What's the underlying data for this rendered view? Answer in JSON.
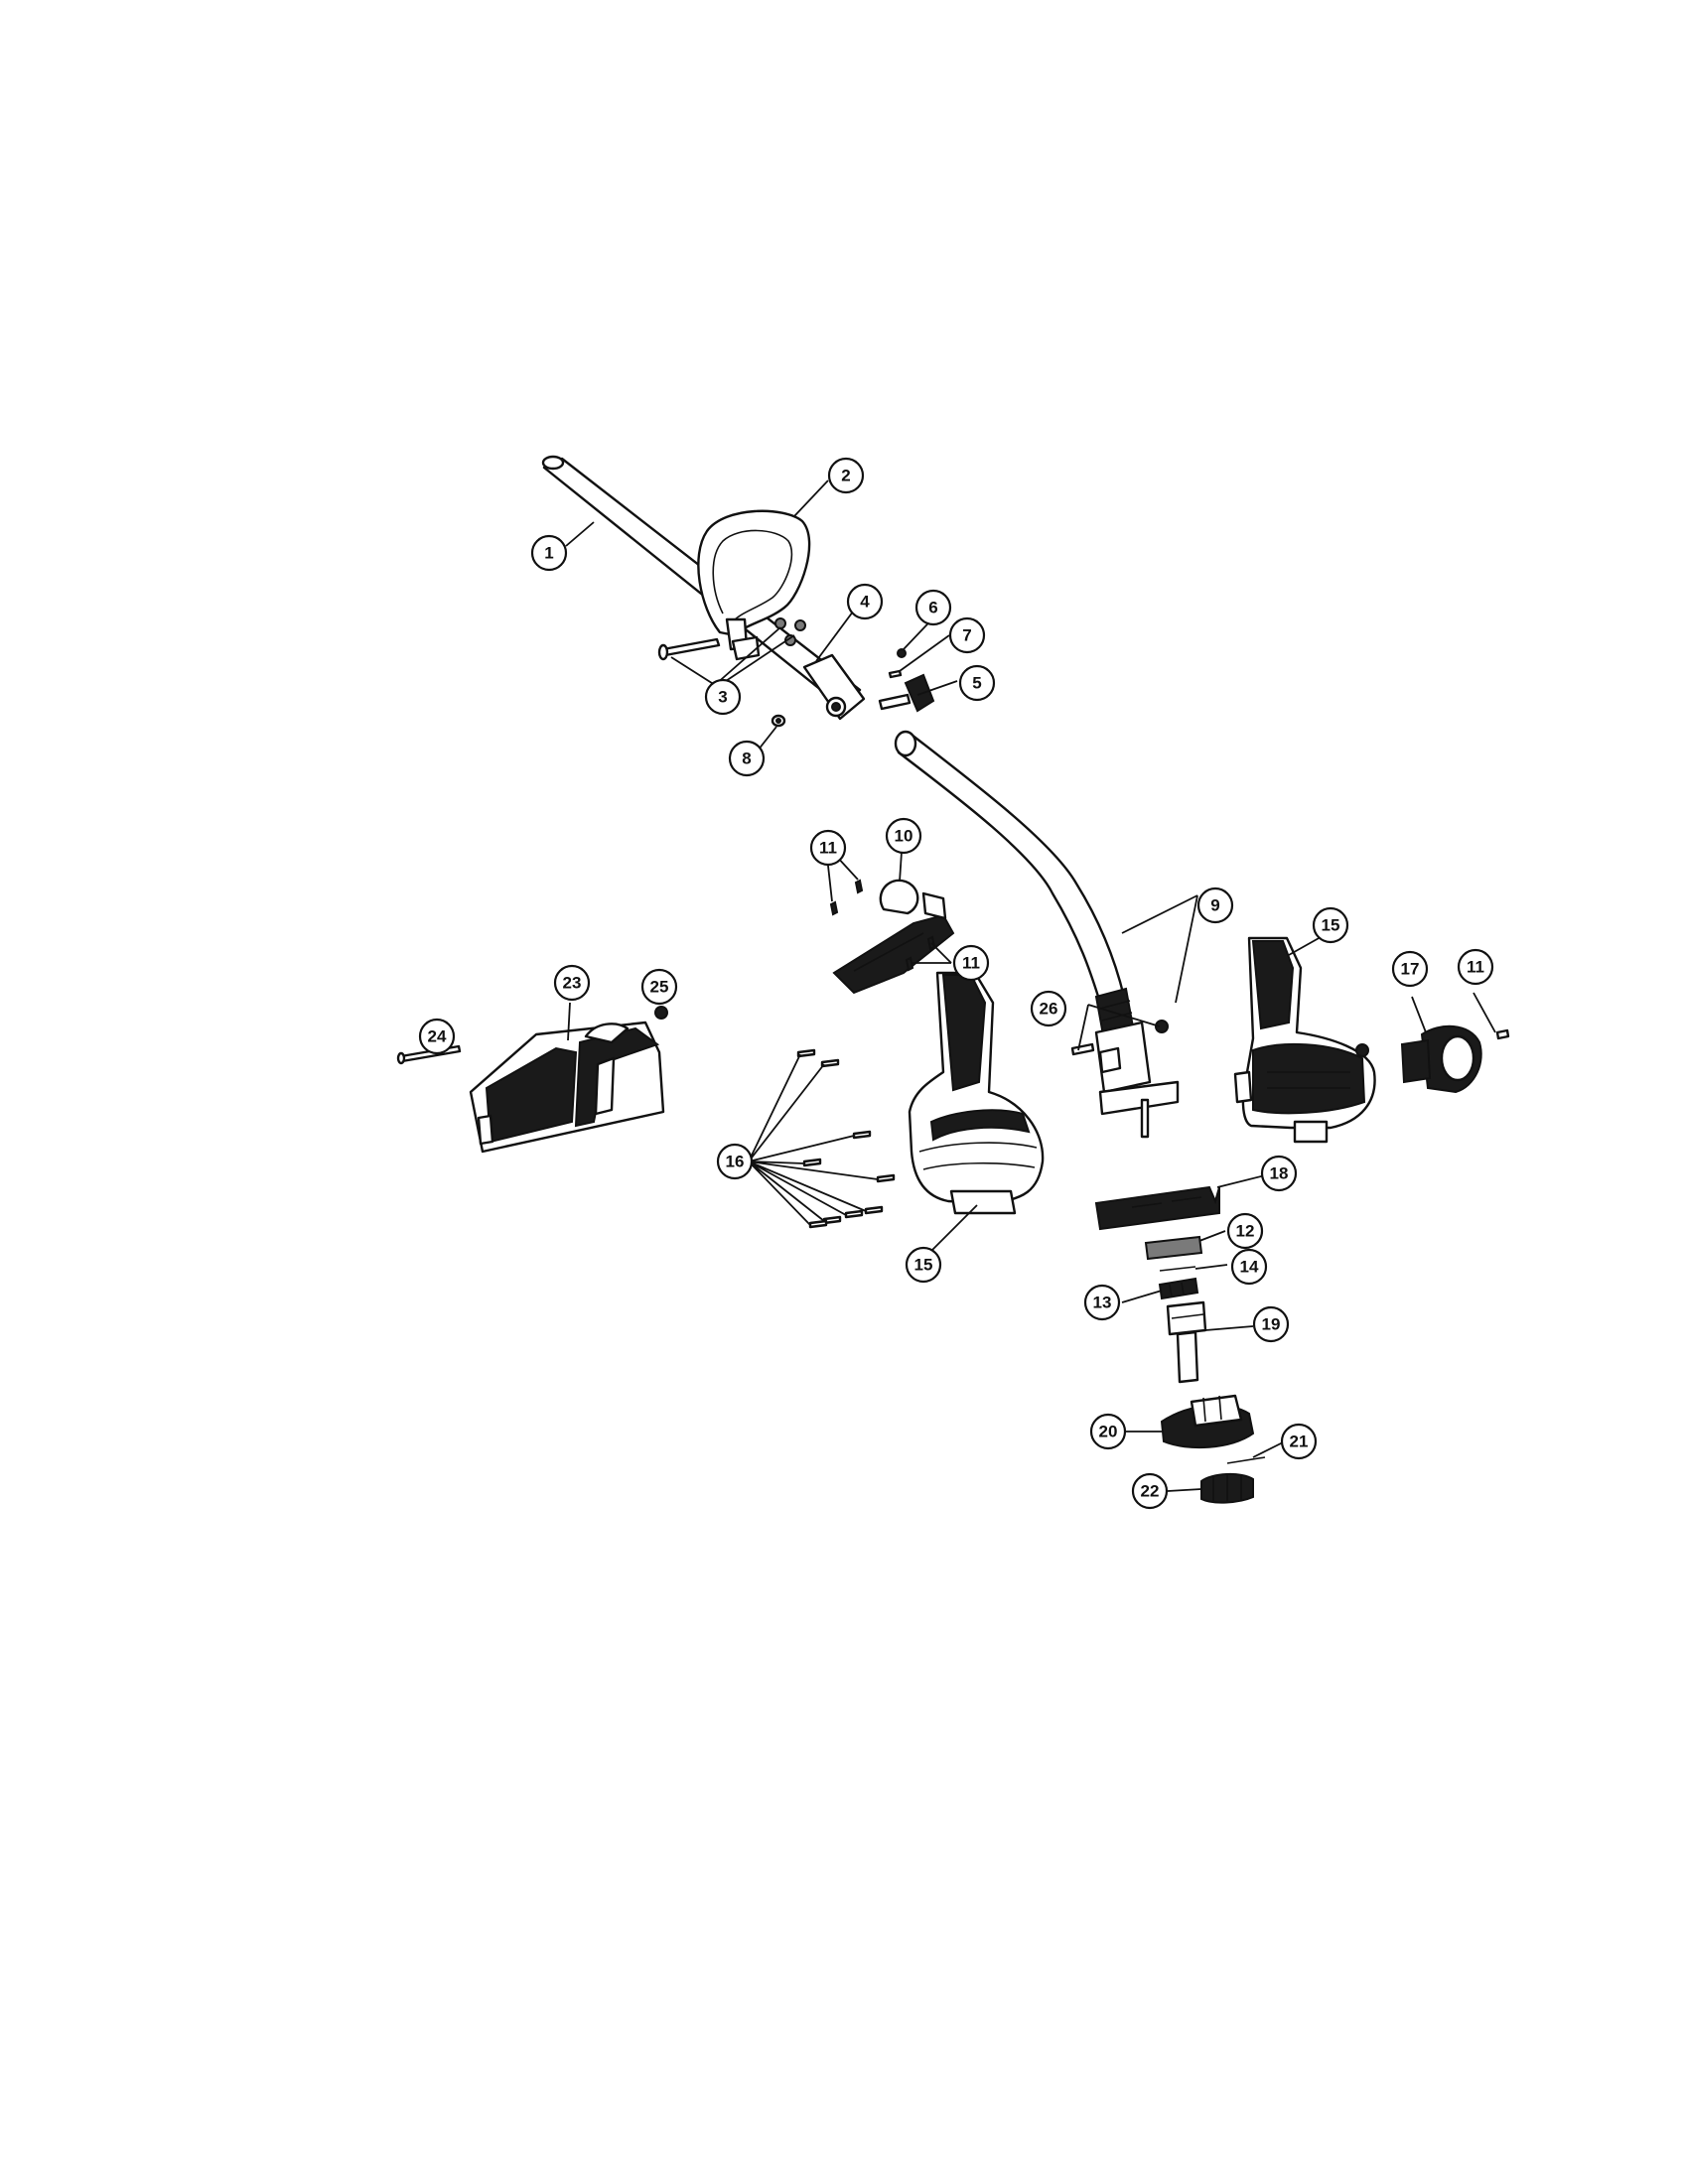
{
  "callouts": [
    {
      "id": "c1",
      "label": "1"
    },
    {
      "id": "c2",
      "label": "2"
    },
    {
      "id": "c3",
      "label": "3"
    },
    {
      "id": "c4",
      "label": "4"
    },
    {
      "id": "c5",
      "label": "5"
    },
    {
      "id": "c6",
      "label": "6"
    },
    {
      "id": "c7",
      "label": "7"
    },
    {
      "id": "c8",
      "label": "8"
    },
    {
      "id": "c9",
      "label": "9"
    },
    {
      "id": "c10",
      "label": "10"
    },
    {
      "id": "c11a",
      "label": "11"
    },
    {
      "id": "c11b",
      "label": "11"
    },
    {
      "id": "c11c",
      "label": "11"
    },
    {
      "id": "c12",
      "label": "12"
    },
    {
      "id": "c13",
      "label": "13"
    },
    {
      "id": "c14",
      "label": "14"
    },
    {
      "id": "c15a",
      "label": "15"
    },
    {
      "id": "c15b",
      "label": "15"
    },
    {
      "id": "c16",
      "label": "16"
    },
    {
      "id": "c17",
      "label": "17"
    },
    {
      "id": "c18",
      "label": "18"
    },
    {
      "id": "c19",
      "label": "19"
    },
    {
      "id": "c20",
      "label": "20"
    },
    {
      "id": "c21",
      "label": "21"
    },
    {
      "id": "c22",
      "label": "22"
    },
    {
      "id": "c23",
      "label": "23"
    },
    {
      "id": "c24",
      "label": "24"
    },
    {
      "id": "c25",
      "label": "25"
    },
    {
      "id": "c26",
      "label": "26"
    }
  ]
}
